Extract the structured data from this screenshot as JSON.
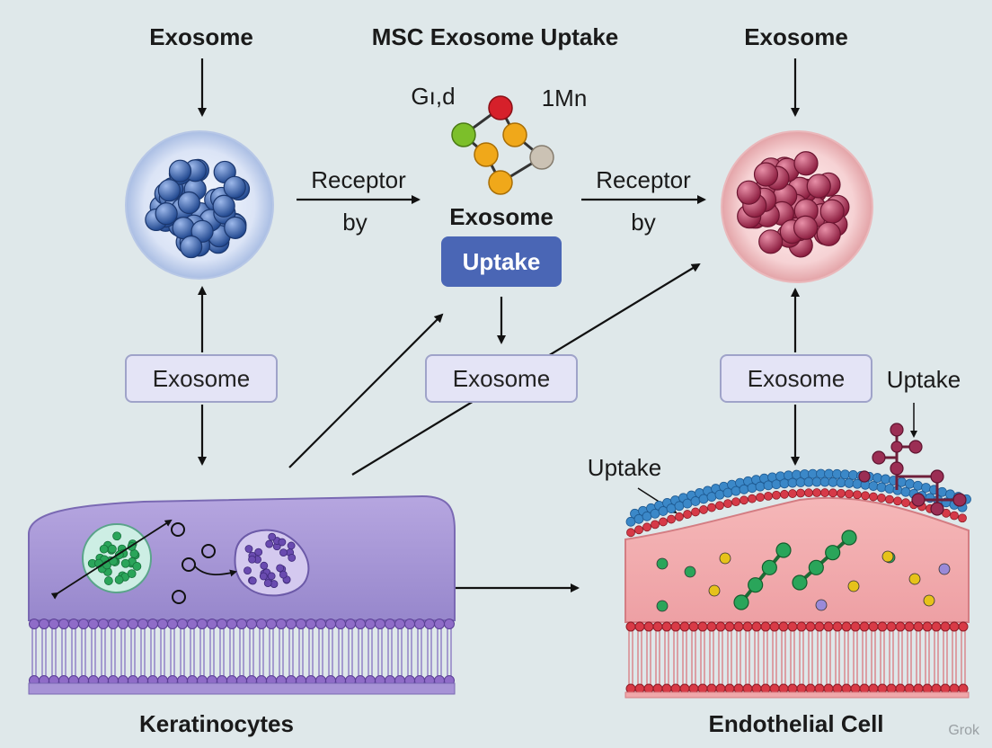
{
  "title": "MSC Exosome Uptake",
  "labels": {
    "top_left": "Exosome",
    "top_right": "Exosome",
    "center_heading": "Exosome",
    "molecule_left": "Gı,d",
    "molecule_right": "1Mn",
    "receptor_left_line1": "Receptor",
    "receptor_left_line2": "by",
    "receptor_right_line1": "Receptor",
    "receptor_right_line2": "by",
    "uptake_button": "Uptake",
    "box_left": "Exosome",
    "box_center": "Exosome",
    "box_right": "Exosome",
    "uptake_top_right": "Uptake",
    "uptake_membrane": "Uptake",
    "bottom_left": "Keratinocytes",
    "bottom_right": "Endothelial Cell"
  },
  "watermark": "Grok",
  "colors": {
    "background": "#dfe8ea",
    "blue_exosome": "#3d62a8",
    "red_exosome": "#b03a5a",
    "keratinocyte": "#a592d4",
    "endothelial": "#f0a7aa",
    "accent_button": "#4a66b5"
  }
}
